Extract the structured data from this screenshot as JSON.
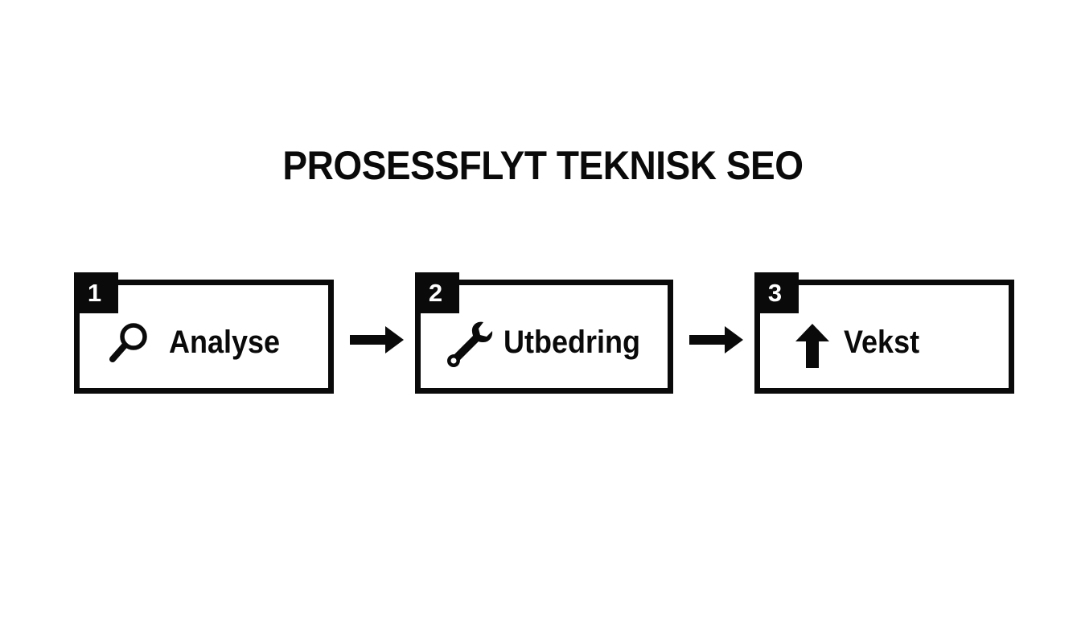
{
  "diagram": {
    "title": "PROSESSFLYT TEKNISK SEO",
    "colors": {
      "background": "#ffffff",
      "ink": "#0a0a0a",
      "badge_text": "#ffffff"
    },
    "steps": [
      {
        "number": "1",
        "label": "Analyse",
        "icon": "magnifying-glass-icon"
      },
      {
        "number": "2",
        "label": "Utbedring",
        "icon": "wrench-icon"
      },
      {
        "number": "3",
        "label": "Vekst",
        "icon": "arrow-up-icon"
      }
    ],
    "connectors": [
      {
        "from": "1",
        "to": "2",
        "icon": "arrow-right-icon"
      },
      {
        "from": "2",
        "to": "3",
        "icon": "arrow-right-icon"
      }
    ]
  }
}
